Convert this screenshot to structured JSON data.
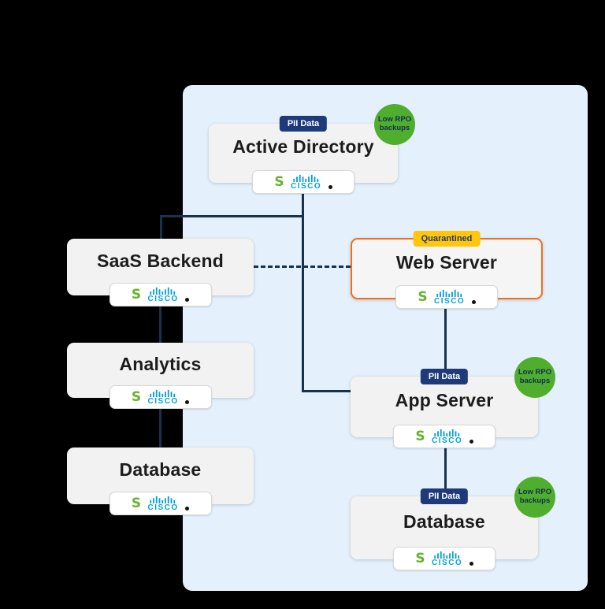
{
  "nodes": {
    "active_directory": {
      "label": "Active Directory"
    },
    "saas_backend": {
      "label": "SaaS Backend"
    },
    "web_server": {
      "label": "Web Server"
    },
    "analytics": {
      "label": "Analytics"
    },
    "database_left": {
      "label": "Database"
    },
    "app_server": {
      "label": "App Server"
    },
    "database_right": {
      "label": "Database"
    }
  },
  "badges": {
    "pii": "PII Data",
    "rpo": "Low RPO backups",
    "quarantined": "Quarantined"
  },
  "logo": {
    "s": "S",
    "cisco": "cisco"
  },
  "colors": {
    "background": "#000000",
    "panel": "#e4f0fb",
    "node_background": "#f2f2f2",
    "connector": "#16324c",
    "pii_badge": "#1e3a78",
    "quarantine_badge": "#ffc60a",
    "quarantine_border": "#f0701e",
    "rpo_badge": "#4fae2e",
    "cisco_blue": "#049fd9",
    "s_green": "#65b32e"
  }
}
